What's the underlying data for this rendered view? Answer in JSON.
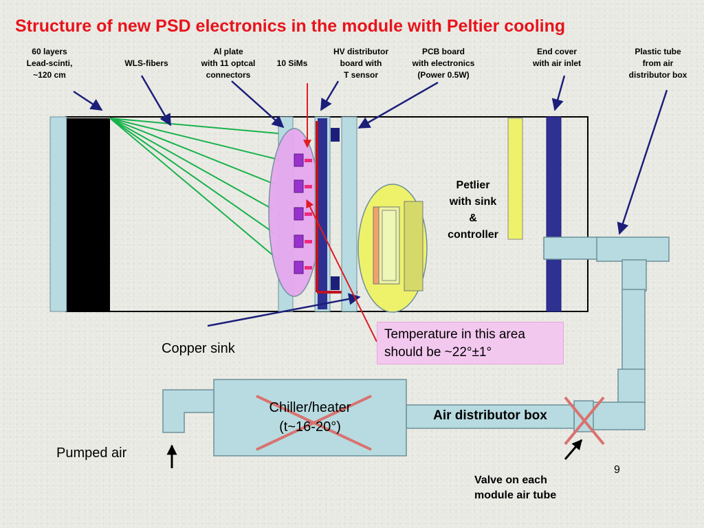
{
  "title": "Structure of new PSD electronics in the module with Peltier cooling",
  "labels": {
    "layers": "60 layers\nLead-scinti,\n~120 cm",
    "wls": "WLS-fibers",
    "al_plate": "Al plate\nwith 11 optcal\nconnectors",
    "sims": "10 SiMs",
    "hv": "HV distributor\nboard with\nT sensor",
    "pcb": "PCB board\nwith electronics\n(Power 0.5W)",
    "end_cover": "End cover\nwith air  inlet",
    "plastic_tube": "Plastic tube\nfrom air\ndistributor box",
    "peltier": "Petlier\nwith sink\n&\ncontroller",
    "copper_sink": "Copper sink",
    "temperature": "Temperature in this area should be ~22°±1°",
    "chiller_line1": "Chiller/heater",
    "chiller_line2": "(t~16-20°)",
    "air_box": "Air distributor box",
    "pumped_air": "Pumped air",
    "valve": "Valve on each\nmodule air tube"
  },
  "page_number": "9",
  "colors": {
    "title": "#e8131b",
    "light_blue": "#b7dbe0",
    "dark_blue": "#2e3192",
    "fiber_green": "#17b24b",
    "sipm_purple": "#9932cc",
    "connector_pink": "#ee2a7b",
    "lens_pink": "#e6a8ef",
    "peltier_yellow": "#eef26a",
    "cross_red": "#d9726f",
    "arrow_red": "#e01b24"
  }
}
